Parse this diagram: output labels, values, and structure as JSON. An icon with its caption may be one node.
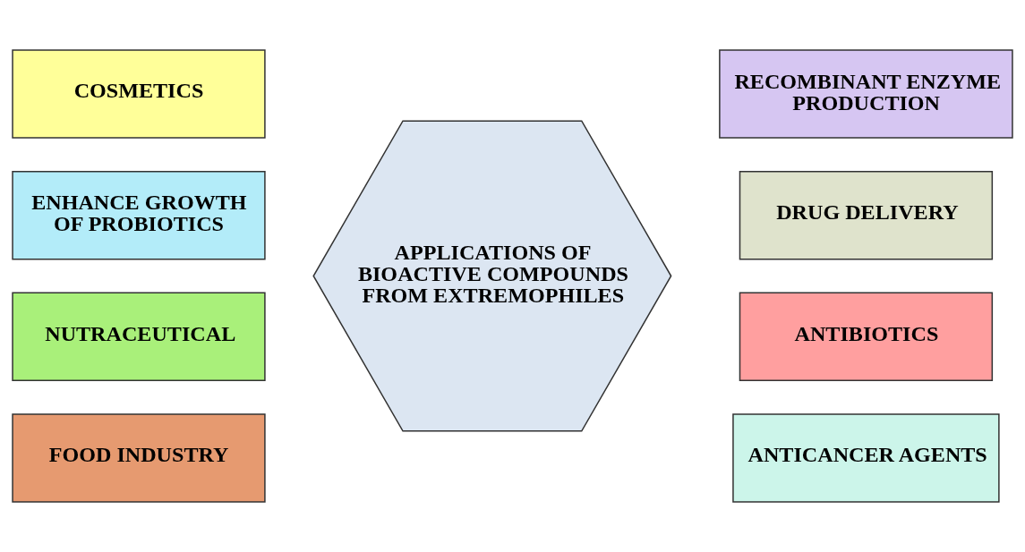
{
  "diagram": {
    "nodes": [
      {
        "text": [
          "COSMETICS"
        ]
      },
      {
        "text": [
          "ENHANCE GROWTH OF PROBIOTICS"
        ]
      },
      {
        "text": [
          "NUTRACEUTICAL"
        ]
      },
      {
        "text": [
          "FOOD INDUSTRY"
        ]
      },
      {
        "text": [
          "APPLICATIONS OF BIOACTIVE COMPOUNDS FROM EXTREMOPHILES"
        ]
      },
      {
        "text": [
          "RECOMBINANT ENZYME PRODUCTION"
        ]
      },
      {
        "text": [
          "DRUG DELIVERY"
        ]
      },
      {
        "text": [
          "ANTIBIOTICS"
        ]
      },
      {
        "text": [
          "ANTICANCER AGENTS"
        ]
      }
    ],
    "edges": []
  }
}
